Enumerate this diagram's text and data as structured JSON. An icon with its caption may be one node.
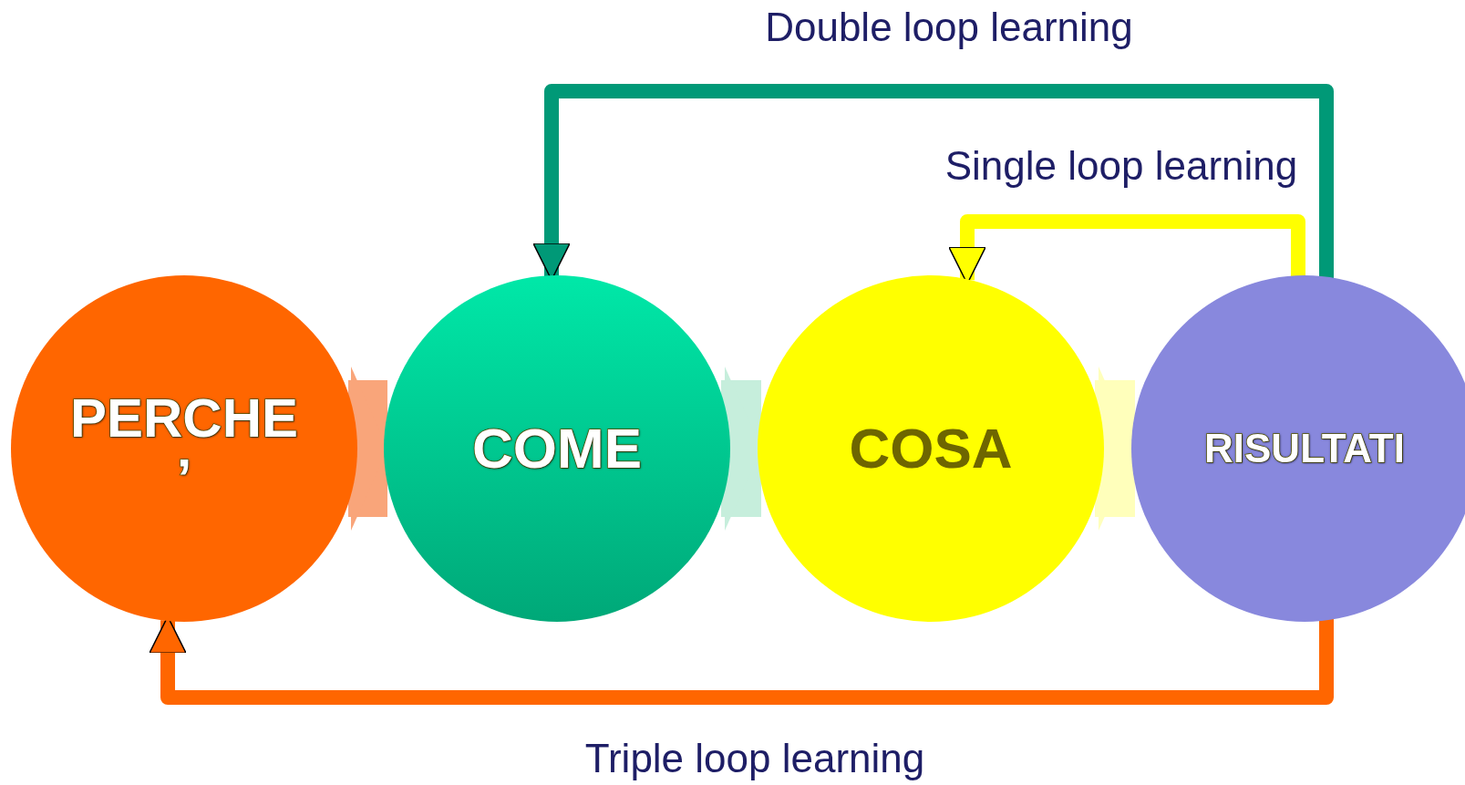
{
  "diagram": {
    "nodes": [
      {
        "text": [
          "PERCHE ’"
        ]
      },
      {
        "text": [
          "COME"
        ]
      },
      {
        "text": [
          "COSA"
        ]
      },
      {
        "text": [
          "RISULTATI"
        ]
      }
    ],
    "edges": [
      {
        "from": 0,
        "to": 1,
        "arrow": "to",
        "style": "thick",
        "color": "#f9a57a"
      },
      {
        "from": 1,
        "to": 2,
        "arrow": "to",
        "style": "thick",
        "color": "#c6eedc"
      },
      {
        "from": 2,
        "to": 3,
        "arrow": "to",
        "style": "thick",
        "color": "#ffffbb"
      },
      {
        "from": 3,
        "to": 1,
        "arrow": "to",
        "label": "Double loop learning",
        "color": "#009977"
      },
      {
        "from": 3,
        "to": 2,
        "arrow": "to",
        "label": "Single loop learning",
        "color": "#ffff00"
      },
      {
        "from": 3,
        "to": 0,
        "arrow": "to",
        "label": "Triple loop learning",
        "color": "#ff6600"
      }
    ]
  }
}
